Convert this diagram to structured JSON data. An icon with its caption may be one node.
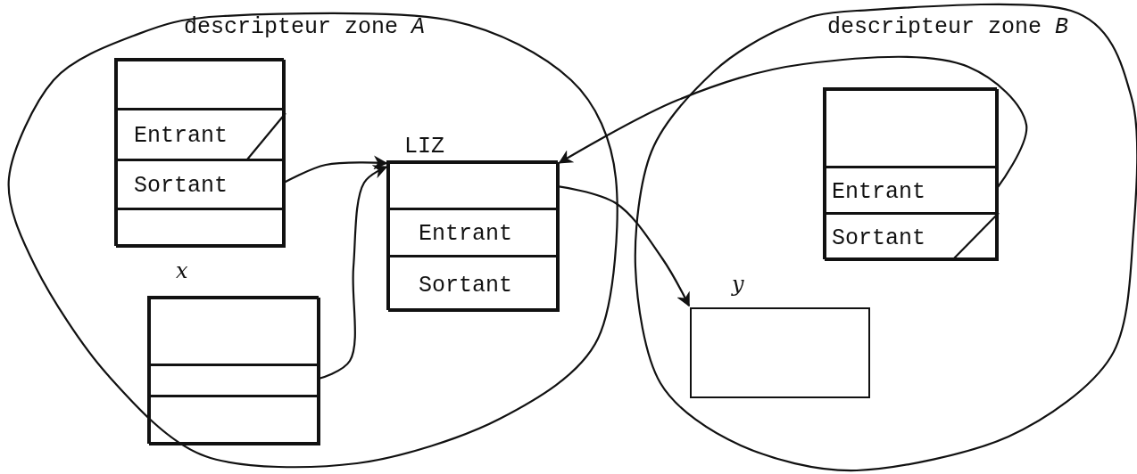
{
  "diagram": {
    "nodes": [
      {
        "text": [
          "descripteur zone *A*"
        ]
      },
      {
        "text": [],
        "shape": "box",
        "in": 0
      },
      {
        "text": [],
        "shape": "box",
        "in": 1
      },
      {
        "text": [
          "Entrant"
        ],
        "in": 1
      },
      {
        "text": [
          "Sortant"
        ],
        "in": 1
      },
      {
        "text": [],
        "shape": "box",
        "in": 1
      },
      {
        "text": [
          "LIZ"
        ],
        "in": 0
      },
      {
        "text": [],
        "shape": "box",
        "in": 6
      },
      {
        "text": [
          "Entrant"
        ],
        "in": 6
      },
      {
        "text": [
          "Sortant"
        ],
        "in": 6
      },
      {
        "text": [
          "x"
        ],
        "in": 0
      },
      {
        "text": [],
        "shape": "box",
        "in": 10
      },
      {
        "text": [],
        "shape": "box",
        "in": 10
      },
      {
        "text": [],
        "shape": "box",
        "in": 10
      },
      {
        "text": [
          "descripteur zone *B*"
        ]
      },
      {
        "text": [],
        "shape": "box",
        "in": 14
      },
      {
        "text": [],
        "shape": "box",
        "in": 15
      },
      {
        "text": [
          "Entrant"
        ],
        "in": 15
      },
      {
        "text": [
          "Sortant"
        ],
        "in": 15
      },
      {
        "text": [
          "y"
        ],
        "in": 14
      }
    ],
    "edges": [
      {
        "from": 4,
        "to": 7,
        "arrow": "to"
      },
      {
        "from": 12,
        "to": 7,
        "arrow": "to"
      },
      {
        "from": 17,
        "to": 7,
        "arrow": "to"
      },
      {
        "from": 7,
        "to": 19,
        "arrow": "to"
      }
    ]
  }
}
